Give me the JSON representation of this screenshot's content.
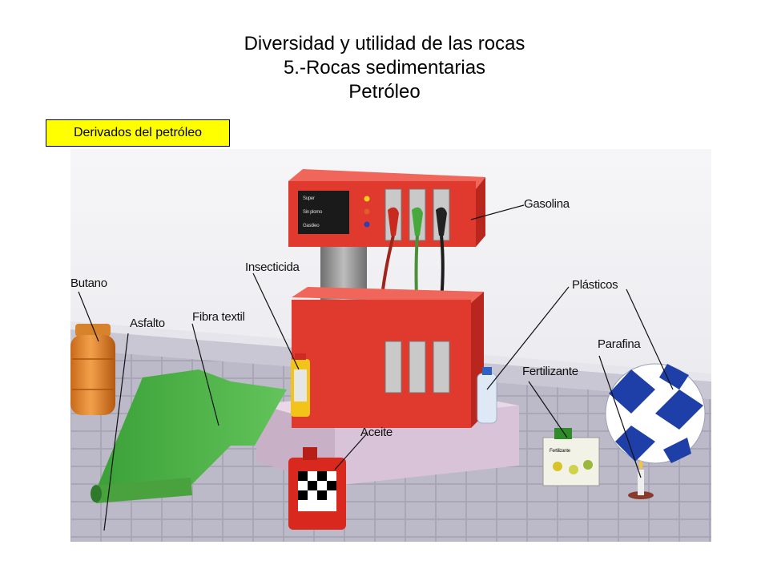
{
  "title": {
    "line1": "Diversidad y utilidad de las rocas",
    "line2": "5.-Rocas sedimentarias",
    "line3": "Petróleo"
  },
  "tag": "Derivados del petróleo",
  "pump_panel": {
    "row1": "Super",
    "row2": "Sin plomo",
    "row3": "Gasóleo"
  },
  "fertilizer_box_text": "Fertilizante",
  "labels": {
    "gasolina": "Gasolina",
    "butano": "Butano",
    "insecticida": "Insecticida",
    "asfalto": "Asfalto",
    "fibra_textil": "Fibra textil",
    "plasticos": "Plásticos",
    "parafina": "Parafina",
    "fertilizante": "Fertilizante",
    "aceite": "Aceite"
  },
  "colors": {
    "tag_bg": "#ffff00",
    "pump_red": "#e03a2e",
    "fabric_green": "#4cb843",
    "ball_blue": "#1f3fa8",
    "platform_pink": "#d9c3d8"
  }
}
